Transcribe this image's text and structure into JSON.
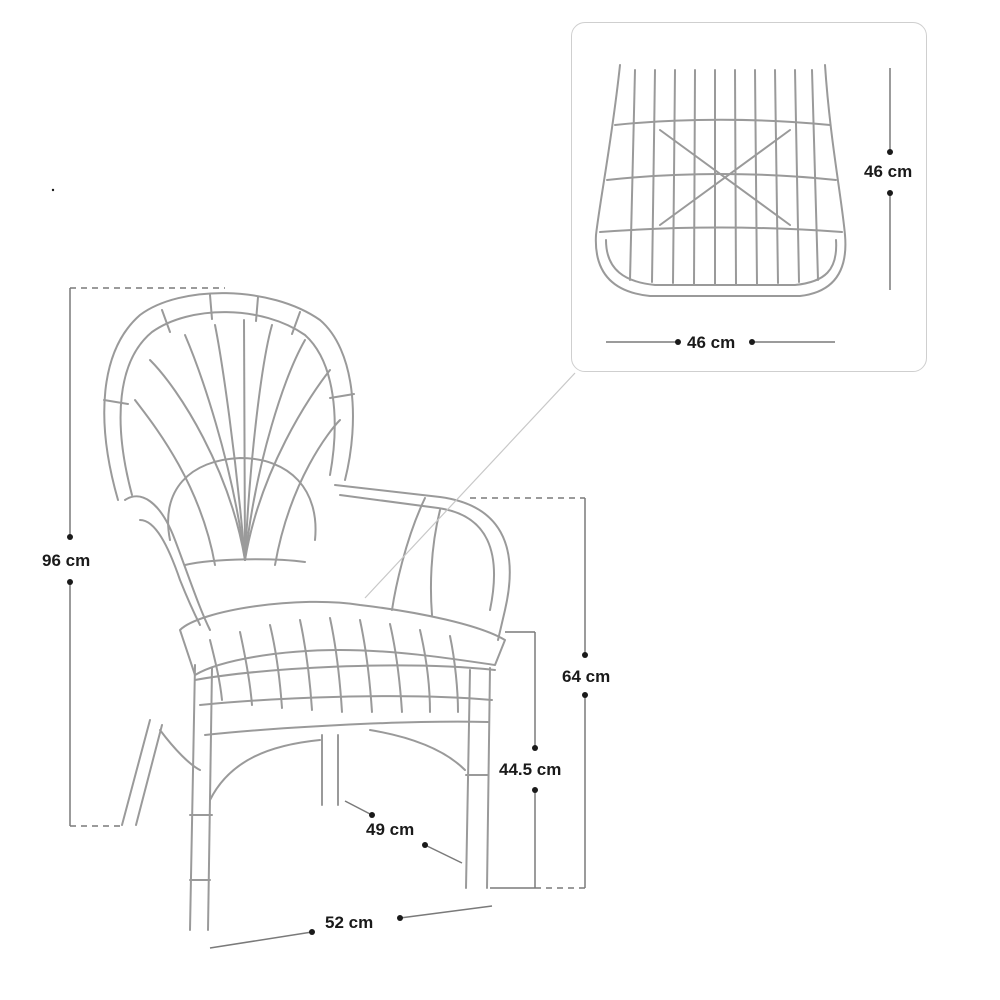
{
  "dimensions": {
    "total_height": "96 cm",
    "arm_height": "64 cm",
    "seat_height": "44.5 cm",
    "seat_depth": "49 cm",
    "width": "52 cm"
  },
  "inset": {
    "seat_depth": "46 cm",
    "seat_width": "46 cm"
  },
  "colors": {
    "line": "#7a7a7a",
    "chair": "#9a9a9a",
    "text": "#1a1a1a",
    "panel_border": "#cfcfcf"
  }
}
